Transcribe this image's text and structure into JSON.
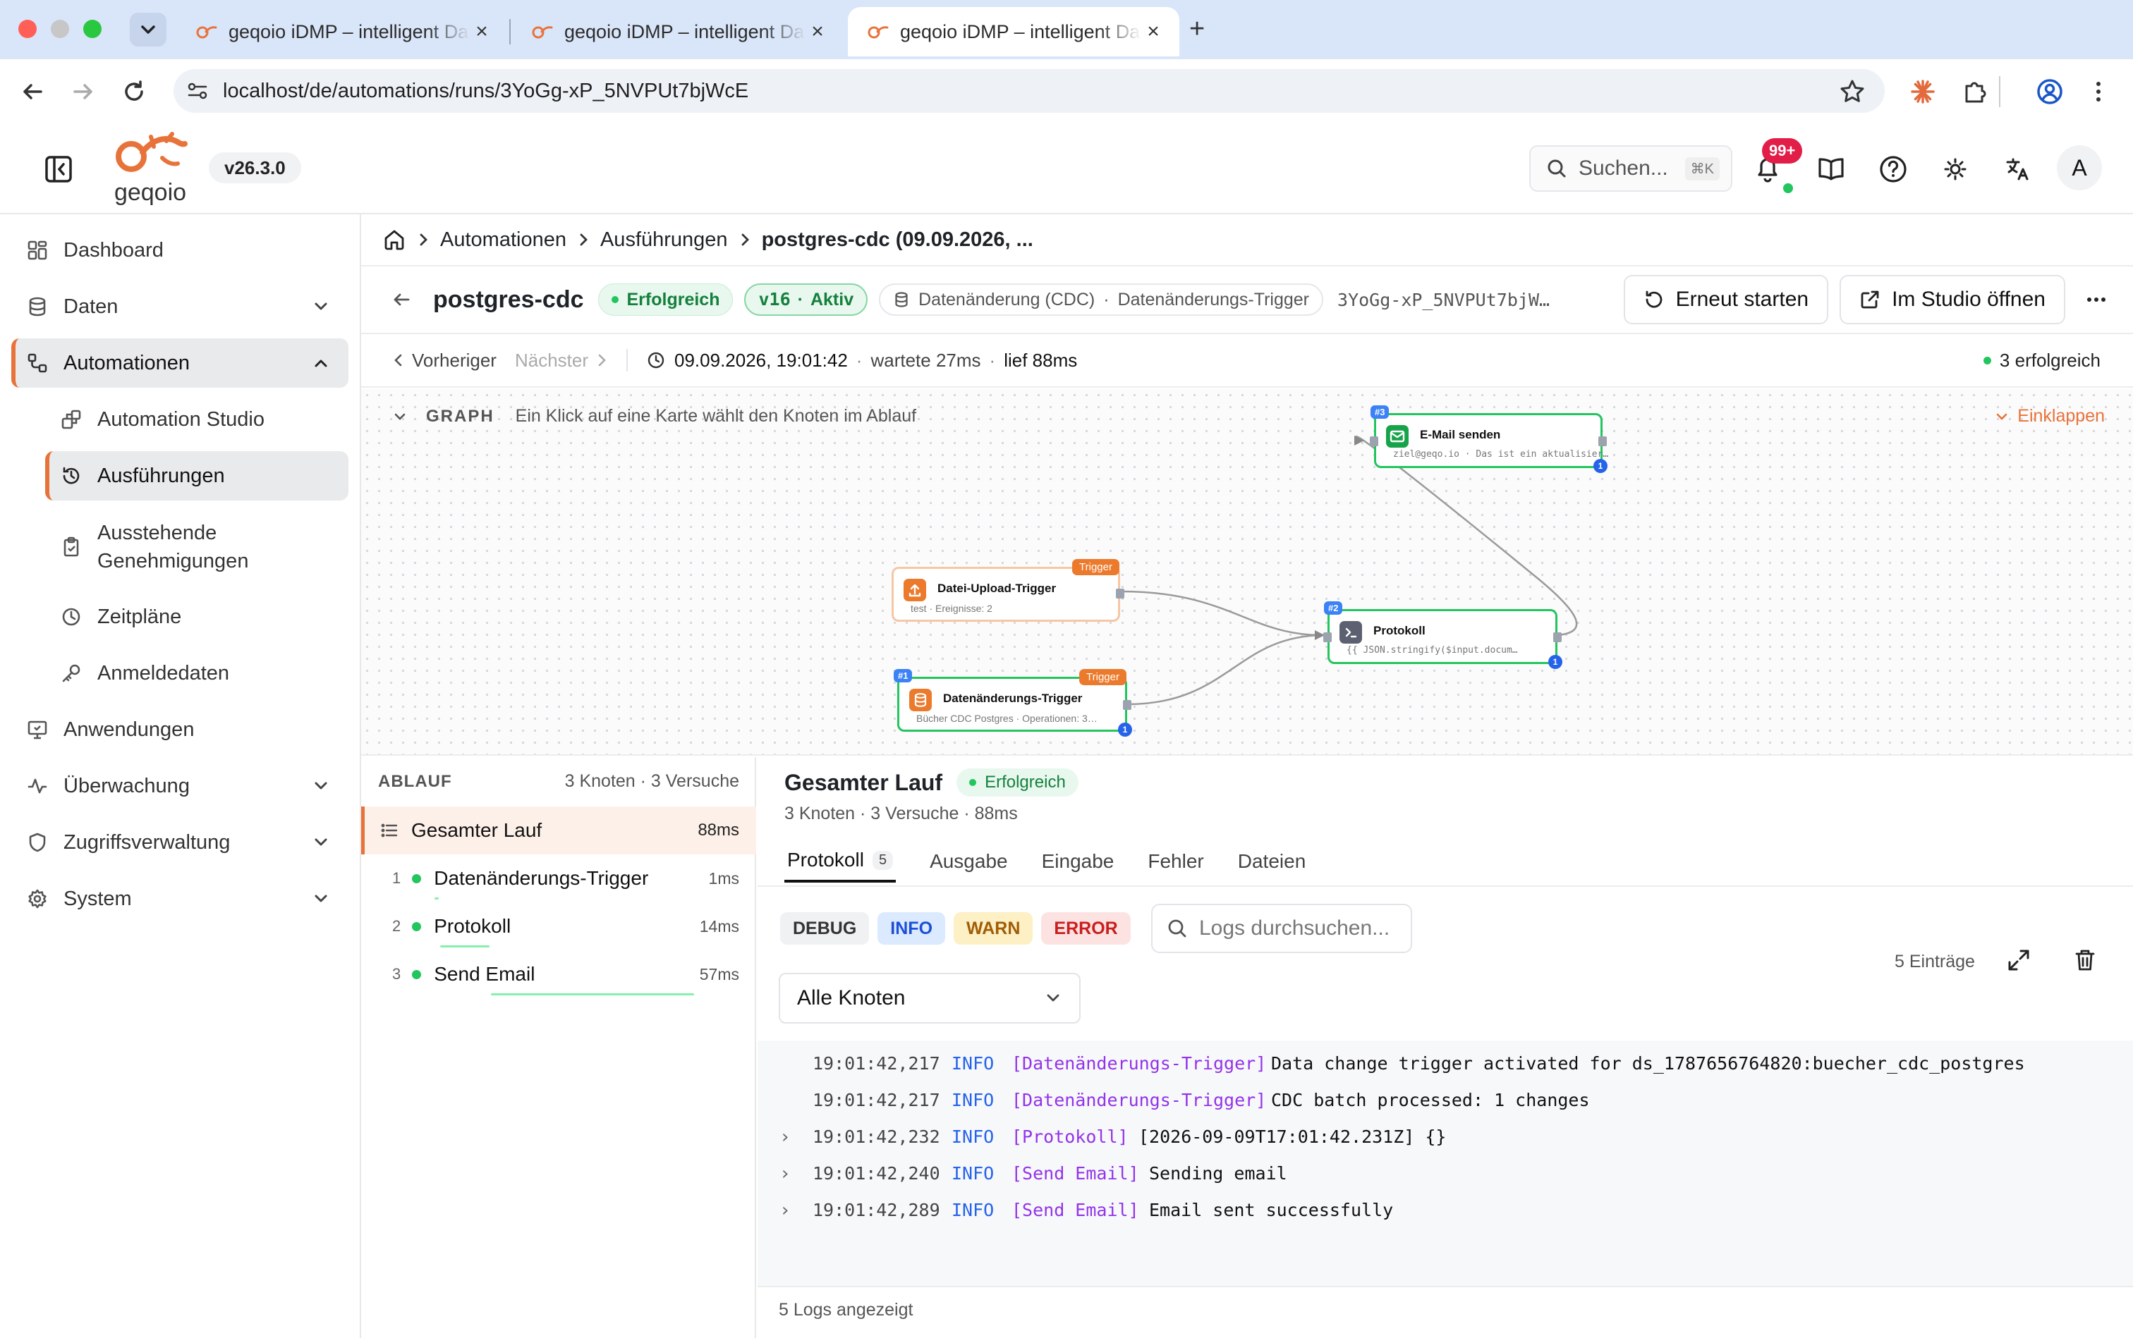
{
  "browser": {
    "tabs": [
      {
        "title": "geqoio iDMP – intelligent Data Management Platform",
        "active": false
      },
      {
        "title": "geqoio iDMP – intelligent Data Management Platform",
        "active": false
      },
      {
        "title": "geqoio iDMP – intelligent Data Management Platform",
        "active": true
      }
    ],
    "url": "localhost/de/automations/runs/3YoGg-xP_5NVPUt7bjWcE"
  },
  "app": {
    "logo_text": "geqoio",
    "version": "v26.3.0",
    "search_placeholder": "Suchen...",
    "search_shortcut": "⌘K",
    "notification_count": "99+",
    "avatar": "A"
  },
  "sidebar": {
    "items": [
      {
        "label": "Dashboard",
        "icon": "dashboard-icon"
      },
      {
        "label": "Daten",
        "icon": "database-icon"
      },
      {
        "label": "Automationen",
        "icon": "workflow-icon"
      },
      {
        "label": "Automation Studio",
        "icon": "studio-icon"
      },
      {
        "label": "Ausführungen",
        "icon": "history-icon"
      },
      {
        "label": "Ausstehende Genehmigungen",
        "icon": "clipboard-icon"
      },
      {
        "label": "Zeitpläne",
        "icon": "clock-icon"
      },
      {
        "label": "Anmeldedaten",
        "icon": "key-icon"
      },
      {
        "label": "Anwendungen",
        "icon": "apps-icon"
      },
      {
        "label": "Überwachung",
        "icon": "activity-icon"
      },
      {
        "label": "Zugriffsverwaltung",
        "icon": "shield-icon"
      },
      {
        "label": "System",
        "icon": "gear-icon"
      }
    ]
  },
  "breadcrumb": {
    "items": [
      "Automationen",
      "Ausführungen",
      "postgres-cdc (09.09.2026, ..."
    ]
  },
  "run": {
    "name": "postgres-cdc",
    "status": "Erfolgreich",
    "version": "v16",
    "version_state": "Aktiv",
    "trigger_type": "Datenänderung (CDC)",
    "trigger_name": "Datenänderungs-Trigger",
    "run_id": "3YoGg-xP_5NVPUt7bjW…",
    "restart_label": "Erneut starten",
    "studio_label": "Im Studio öffnen",
    "prev_label": "Vorheriger",
    "next_label": "Nächster",
    "timestamp": "09.09.2026, 19:01:42",
    "waited": "wartete 27ms",
    "ran": "lief 88ms",
    "success_summary": "3 erfolgreich"
  },
  "graph": {
    "heading": "GRAPH",
    "hint": "Ein Klick auf eine Karte wählt den Knoten im Ablauf",
    "collapse_label": "Einklappen",
    "nodes": [
      {
        "title": "E-Mail senden",
        "subtitle": "ziel@geqo.io · Das ist ein aktualisier…",
        "index": "#3",
        "count": "1"
      },
      {
        "title": "Datei-Upload-Trigger",
        "subtitle": "test · Ereignisse: 2",
        "badge": "Trigger"
      },
      {
        "title": "Protokoll",
        "subtitle": "{{ JSON.stringify($input.docum…",
        "index": "#2",
        "count": "1"
      },
      {
        "title": "Datenänderungs-Trigger",
        "subtitle": "Bücher CDC Postgres · Operationen: 3…",
        "index": "#1",
        "badge": "Trigger",
        "count": "1"
      }
    ]
  },
  "ablauf": {
    "heading": "ABLAUF",
    "summary": "3 Knoten · 3 Versuche",
    "total_label": "Gesamter Lauf",
    "total_duration": "88ms",
    "steps": [
      {
        "num": "1",
        "label": "Datenänderungs-Trigger",
        "duration": "1ms"
      },
      {
        "num": "2",
        "label": "Protokoll",
        "duration": "14ms"
      },
      {
        "num": "3",
        "label": "Send Email",
        "duration": "57ms"
      }
    ]
  },
  "detail": {
    "title": "Gesamter Lauf",
    "status": "Erfolgreich",
    "meta": "3 Knoten · 3 Versuche · 88ms",
    "tabs": [
      {
        "label": "Protokoll",
        "count": "5"
      },
      {
        "label": "Ausgabe"
      },
      {
        "label": "Eingabe"
      },
      {
        "label": "Fehler"
      },
      {
        "label": "Dateien"
      }
    ],
    "levels": [
      "DEBUG",
      "INFO",
      "WARN",
      "ERROR"
    ],
    "log_search_placeholder": "Logs durchsuchen...",
    "entries_count": "5 Einträge",
    "node_filter": "Alle Knoten",
    "logs": [
      {
        "time": "19:01:42,217",
        "level": "INFO",
        "node": "[Datenänderungs-Trigger]",
        "message": "Data change trigger activated for ds_1787656764820:buecher_cdc_postgres",
        "expandable": false
      },
      {
        "time": "19:01:42,217",
        "level": "INFO",
        "node": "[Datenänderungs-Trigger]",
        "message": "CDC batch processed: 1 changes",
        "expandable": false
      },
      {
        "time": "19:01:42,232",
        "level": "INFO",
        "node": "[Protokoll]",
        "message": "[2026-09-09T17:01:42.231Z] {}",
        "expandable": true
      },
      {
        "time": "19:01:42,240",
        "level": "INFO",
        "node": "[Send Email]",
        "message": "Sending email",
        "expandable": true
      },
      {
        "time": "19:01:42,289",
        "level": "INFO",
        "node": "[Send Email]",
        "message": "Email sent successfully",
        "expandable": true
      }
    ],
    "footer": "5 Logs angezeigt"
  },
  "colors": {
    "accent": "#e8733a",
    "success": "#22c55e",
    "info": "#2563eb",
    "log_node": "#9333ea"
  }
}
